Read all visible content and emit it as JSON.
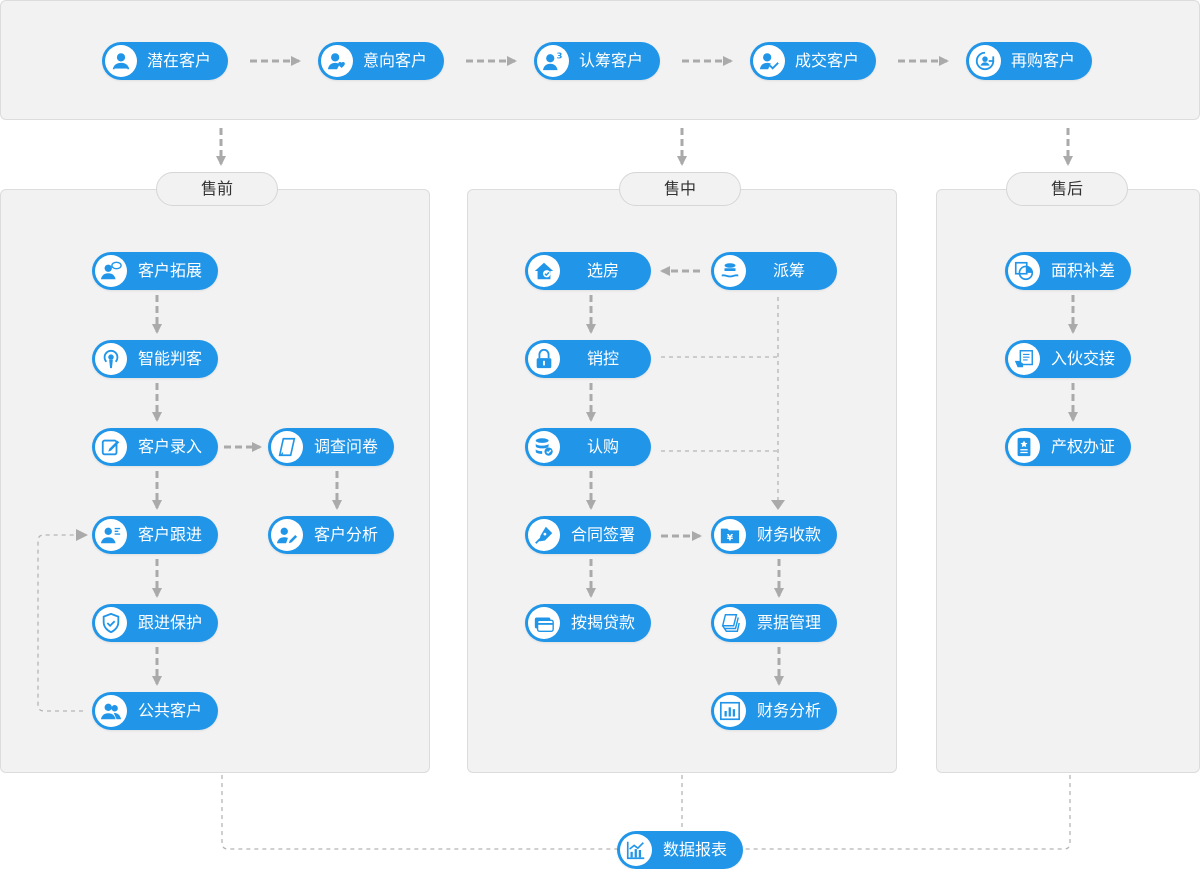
{
  "colors": {
    "accent": "#2196e8",
    "panel": "#f2f2f2",
    "arrow": "#aaaaaa"
  },
  "top_flow": [
    {
      "label": "潜在客户",
      "icon": "user-icon"
    },
    {
      "label": "意向客户",
      "icon": "user-heart-icon"
    },
    {
      "label": "认筹客户",
      "icon": "user-three-icon"
    },
    {
      "label": "成交客户",
      "icon": "user-check-icon"
    },
    {
      "label": "再购客户",
      "icon": "user-cycle-icon"
    }
  ],
  "phases": {
    "pre": "售前",
    "mid": "售中",
    "post": "售后"
  },
  "pre_sale": {
    "customer_expansion": "客户拓展",
    "smart_judgement": "智能判客",
    "customer_entry": "客户录入",
    "survey": "调查问卷",
    "customer_followup": "客户跟进",
    "customer_analysis": "客户分析",
    "followup_protection": "跟进保护",
    "public_customer": "公共客户"
  },
  "mid_sale": {
    "select_house": "选房",
    "dispatch": "派筹",
    "sales_control": "销控",
    "subscribe": "认购",
    "contract_sign": "合同签署",
    "finance_collection": "财务收款",
    "mortgage_loan": "按揭贷款",
    "invoice_management": "票据管理",
    "finance_analysis": "财务分析"
  },
  "post_sale": {
    "area_compensation": "面积补差",
    "move_in_handover": "入伙交接",
    "property_certificate": "产权办证"
  },
  "report": "数据报表"
}
